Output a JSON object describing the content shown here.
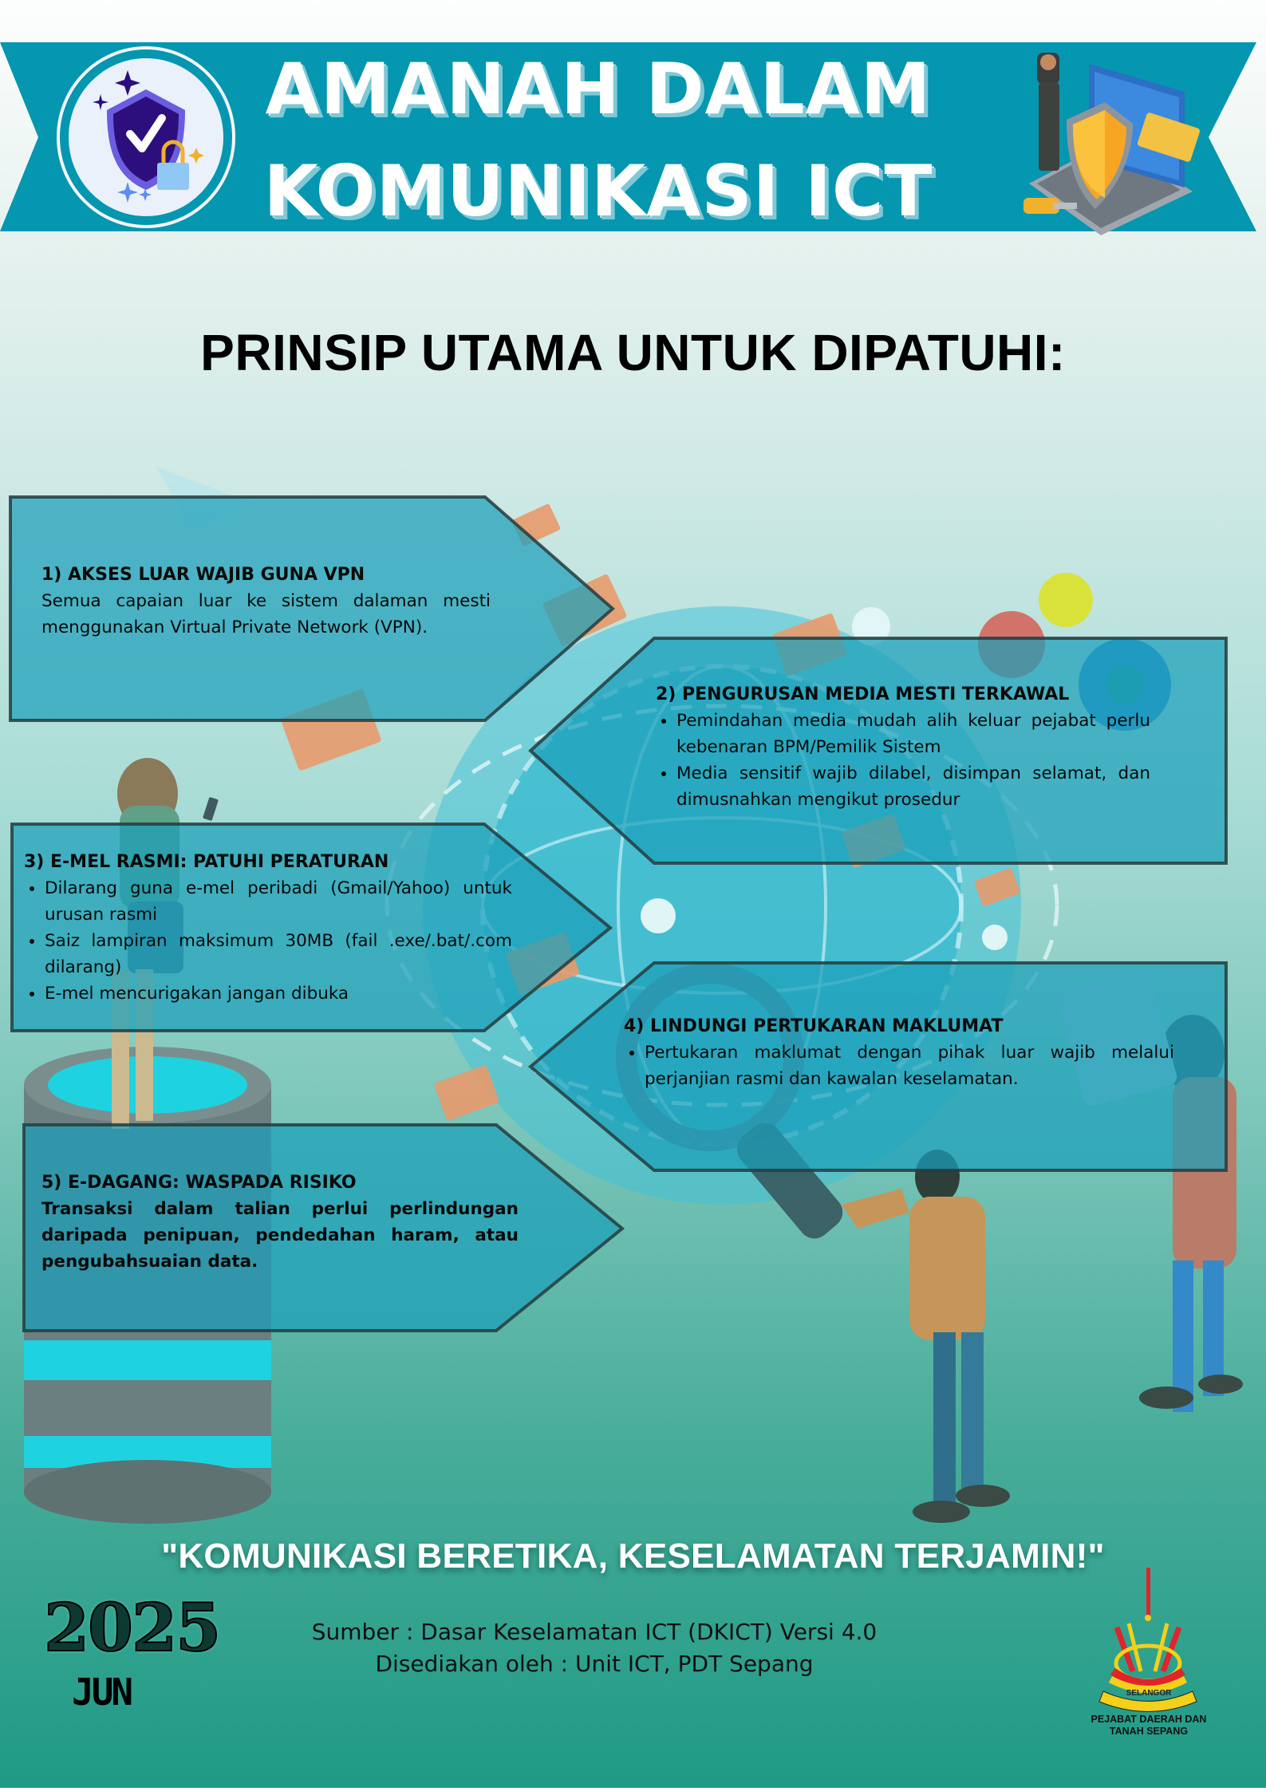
{
  "banner": {
    "title_line1": "AMANAH DALAM",
    "title_line2": "KOMUNIKASI ICT",
    "color": "#0596b0",
    "left_icon": "shield-check-lock-icon",
    "right_illustration": "security-agent-laptop-shield-illustration"
  },
  "heading": "PRINSIP UTAMA UNTUK DIPATUHI:",
  "principles": [
    {
      "title": "1) AKSES LUAR WAJIB GUNA VPN",
      "body": "Semua capaian luar ke sistem dalaman mesti menggunakan Virtual Private Network (VPN)."
    },
    {
      "title": "2) PENGURUSAN MEDIA MESTI TERKAWAL",
      "bullets": [
        "Pemindahan media mudah alih keluar pejabat perlu kebenaran BPM/Pemilik Sistem",
        "Media sensitif wajib dilabel, disimpan selamat, dan dimusnahkan mengikut prosedur"
      ]
    },
    {
      "title": "3) E-MEL RASMI: PATUHI PERATURAN",
      "bullets": [
        "Dilarang guna e-mel peribadi (Gmail/Yahoo) untuk urusan rasmi",
        "Saiz lampiran maksimum 30MB (fail .exe/.bat/.com dilarang)",
        "E-mel mencurigakan jangan dibuka"
      ]
    },
    {
      "title": "4) LINDUNGI PERTUKARAN MAKLUMAT",
      "bullets": [
        "Pertukaran maklumat dengan pihak luar wajib melalui perjanjian rasmi dan kawalan keselamatan."
      ]
    },
    {
      "title": "5) E-DAGANG: WASPADA RISIKO",
      "body": "Transaksi dalam talian perlui perlindungan daripada penipuan, pendedahan haram, atau pengubahsuaian data."
    }
  ],
  "footer": {
    "slogan": "\"KOMUNIKASI BERETIKA, KESELAMATAN TERJAMIN!\"",
    "source": "Sumber : Dasar Keselamatan ICT (DKICT) Versi 4.0",
    "prepared_by": "Disediakan oleh : Unit ICT, PDT Sepang",
    "year": "2025",
    "month": "JUN",
    "emblem_ribbon": "SELANGOR",
    "emblem_caption_line1": "PEJABAT DAERAH DAN",
    "emblem_caption_line2": "TANAH SEPANG"
  }
}
